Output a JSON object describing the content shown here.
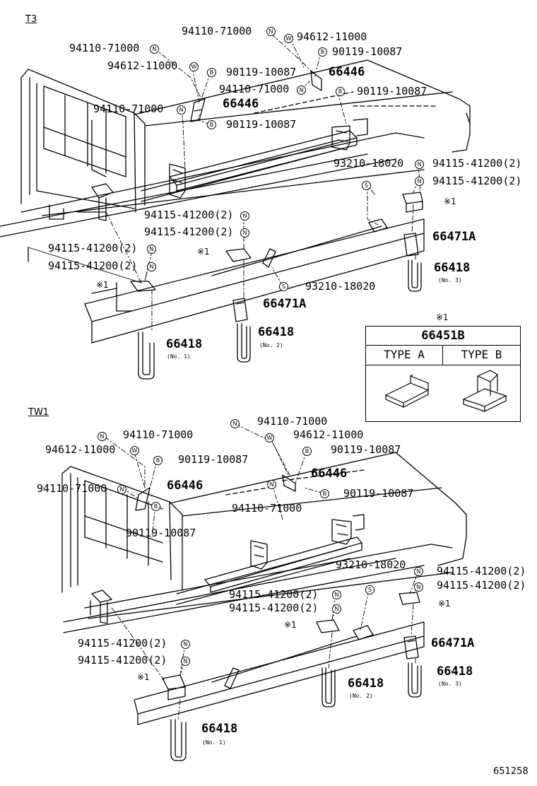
{
  "sections": {
    "t3": "T3",
    "tw1": "TW1"
  },
  "figure_id": "651258",
  "mark_symbol": "※1",
  "legend": {
    "title": "66451B",
    "type_a": "TYPE  A",
    "type_b": "TYPE  B"
  },
  "circle_letters": {
    "n": "N",
    "w": "W",
    "b": "B",
    "s": "S"
  },
  "t3_labels": {
    "l1": "94110-71000",
    "l2": "94612-11000",
    "l3": "90119-10087",
    "l4": "94110-71000",
    "l5": "94612-11000",
    "l6": "90119-10087",
    "l7": "66446",
    "l8": "94110-71000",
    "l9": "90119-10087",
    "l10": "94110-71000",
    "l11": "66446",
    "l12": "90119-10087",
    "l13": "93210-18020",
    "l14": "94115-41200(2)",
    "l15": "94115-41200(2)",
    "l16": "94115-41200(2)",
    "l17": "94115-41200(2)",
    "l18": "66471A",
    "l19": "94115-41200(2)",
    "l20": "94115-41200(2)",
    "l21": "66418",
    "l21s": "(No. 3)",
    "l22": "93210-18020",
    "l23": "66471A",
    "l24": "66418",
    "l24s": "(No. 2)",
    "l25": "66418",
    "l25s": "(No. 1)"
  },
  "tw1_labels": {
    "l1": "94110-71000",
    "l2": "94110-71000",
    "l3": "94612-11000",
    "l4": "94612-11000",
    "l5": "90119-10087",
    "l6": "90119-10087",
    "l7": "66446",
    "l8": "94110-71000",
    "l9": "66446",
    "l10": "90119-10087",
    "l11": "94110-71000",
    "l12": "90119-10087",
    "l13": "93210-18020",
    "l14": "94115-41200(2)",
    "l15": "94115-41200(2)",
    "l16": "94115-41200(2)",
    "l17": "94115-41200(2)",
    "l18": "94115-41200(2)",
    "l19": "94115-41200(2)",
    "l20": "66471A",
    "l21": "66418",
    "l21s": "(No. 2)",
    "l22": "66418",
    "l22s": "(No. 3)",
    "l23": "66418",
    "l23s": "(No. 1)"
  }
}
